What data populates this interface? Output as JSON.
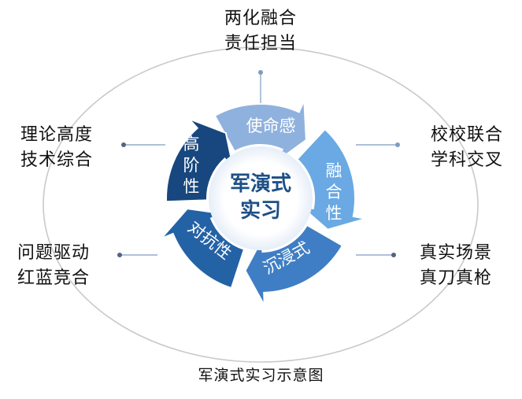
{
  "center": {
    "line1": "军演式",
    "line2": "实习"
  },
  "segments": {
    "mission": "使命感",
    "fusion": [
      "融",
      "合",
      "性"
    ],
    "immersive": "沉浸式",
    "adversarial": "对抗性",
    "high_level": [
      "高",
      "阶",
      "性"
    ]
  },
  "labels": {
    "top": [
      "两化融合",
      "责任担当"
    ],
    "upper_left": [
      "理论高度",
      "技术综合"
    ],
    "upper_right": [
      "校校联合",
      "学科交叉"
    ],
    "lower_left": [
      "问题驱动",
      "红蓝竞合"
    ],
    "lower_right": [
      "真实场景",
      "真刀真枪"
    ]
  },
  "caption": "军演式实习示意图",
  "colors": {
    "mission": "#8fb1dd",
    "fusion": "#6aa9e3",
    "immersive": "#3f7ec4",
    "adversarial": "#2462a6",
    "high_level": "#17477e",
    "center_text": "#1d4f86",
    "ellipse": "#c9c9c9",
    "connector": "#7f9cc0"
  }
}
